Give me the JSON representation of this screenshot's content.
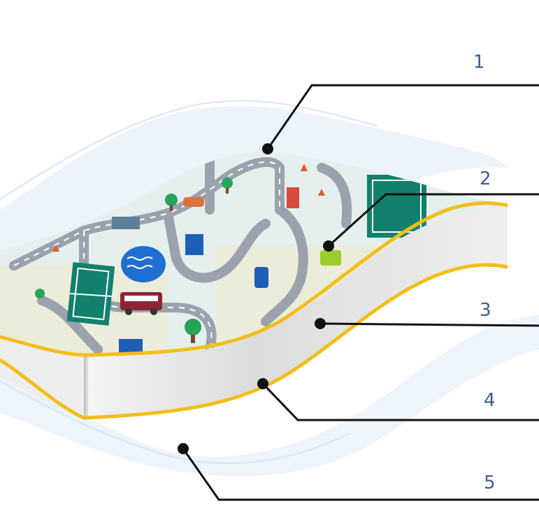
{
  "labels": [
    {
      "id": "1",
      "text": "1"
    },
    {
      "id": "2",
      "text": "2"
    },
    {
      "id": "3",
      "text": "3"
    },
    {
      "id": "4",
      "text": "4"
    },
    {
      "id": "5",
      "text": "5"
    }
  ],
  "colors": {
    "label_text": "#3b5b97",
    "leader_line": "#111111",
    "yellow_edge": "#f2be1a",
    "film": "#dce9f8",
    "foam_side": "#e6e6e6",
    "play_surface": "#dfeceb",
    "road": "#9aa3ad",
    "court": "#12806c",
    "water": "#1f6fd1"
  }
}
